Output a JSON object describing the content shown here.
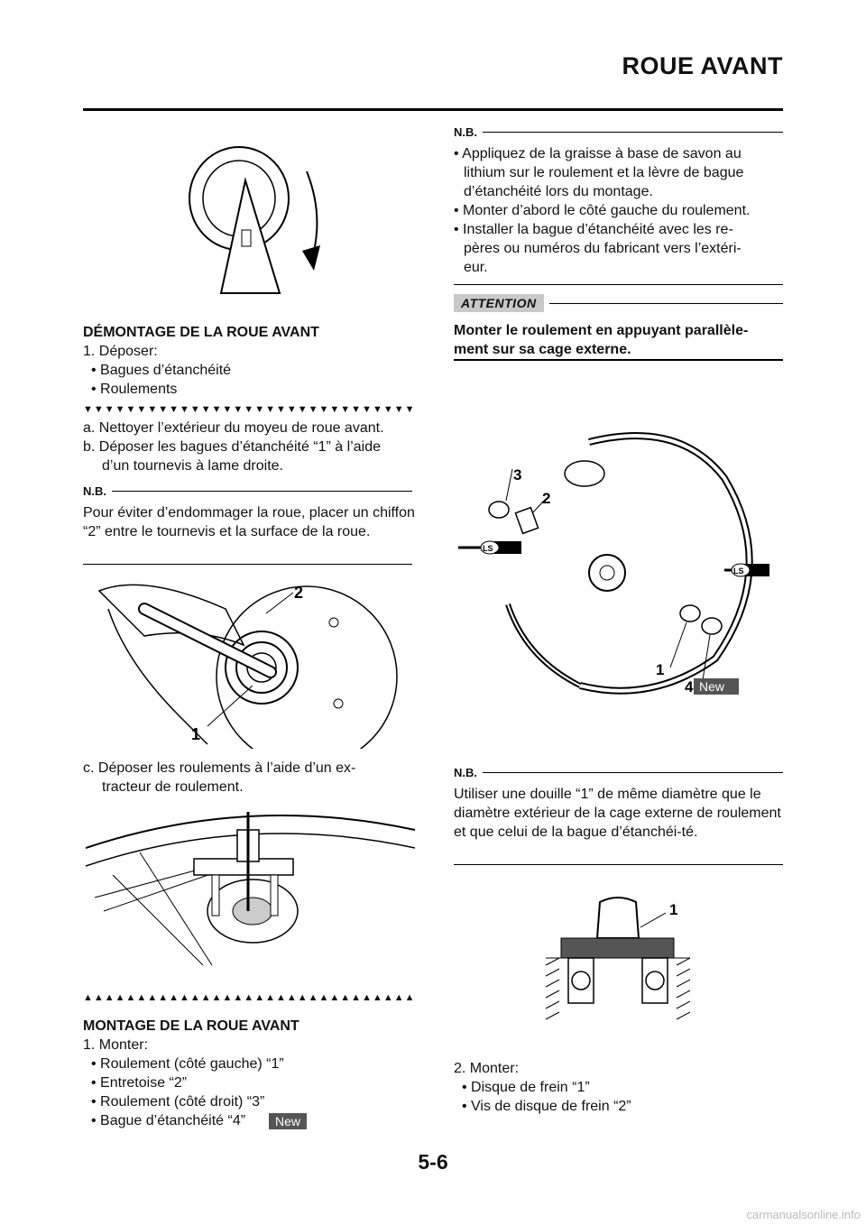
{
  "header": {
    "title": "ROUE AVANT"
  },
  "left": {
    "section1_title": "DÉMONTAGE DE LA ROUE AVANT",
    "step1": "1. Déposer:",
    "step1_items": [
      "• Bagues d’étanchéité",
      "• Roulements"
    ],
    "sub_a": "a. Nettoyer l’extérieur du moyeu de roue avant.",
    "sub_b_1": "b. Déposer les bagues d’étanchéité “1” à l’aide",
    "sub_b_2": "d’un tournevis à lame droite.",
    "nb1_label": "N.B.",
    "nb1_text": "Pour éviter d’endommager la roue, placer un chiffon “2” entre le tournevis et la surface de la roue.",
    "fig2_label_1": "1",
    "fig2_label_2": "2",
    "sub_c_1": "c. Déposer les roulements à l’aide d’un ex-",
    "sub_c_2": "tracteur de roulement.",
    "section2_title": "MONTAGE DE LA ROUE AVANT",
    "step2": "1. Monter:",
    "step2_items": [
      "• Roulement (côté gauche) “1”",
      "• Entretoise “2”",
      "• Roulement (côté droit) “3”",
      "• Bague d’étanchéité “4”"
    ],
    "new_badge": "New"
  },
  "right": {
    "nb2_label": "N.B.",
    "nb2_items": [
      "• Appliquez de la graisse à base de savon au",
      "lithium sur le roulement et la lèvre de bague",
      "d’étanchéité lors du montage.",
      "• Monter d’abord le côté gauche du roulement.",
      "• Installer la bague d’étanchéité avec les re-",
      "pères ou numéros du fabricant vers l’extéri-",
      "eur."
    ],
    "attention_label": "ATTENTION",
    "attention_text_1": "Monter le roulement en appuyant parallèle-",
    "attention_text_2": "ment sur sa cage externe.",
    "fig_labels": {
      "l1": "1",
      "l2": "2",
      "l3": "3",
      "l4": "4",
      "ls": "LS",
      "new": "New"
    },
    "nb3_label": "N.B.",
    "nb3_text": "Utiliser une douille “1” de même diamètre que le diamètre extérieur de la cage externe de roulement et que celui de la bague d’étanchéi-té.",
    "fig5_label": "1",
    "step3": "2. Monter:",
    "step3_items": [
      "• Disque de frein “1”",
      "• Vis de disque de frein “2”"
    ]
  },
  "footer": {
    "page": "5-6",
    "watermark": "carmanualsonline.info"
  }
}
